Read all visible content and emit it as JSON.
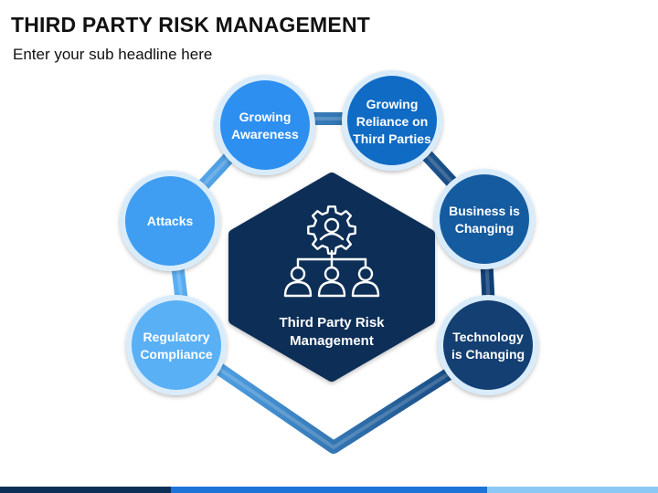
{
  "header": {
    "title": "THIRD PARTY RISK MANAGEMENT",
    "subtitle": "Enter your sub headline here"
  },
  "center": {
    "icon": "gear-user-hierarchy-icon",
    "lines": [
      "Third Party Risk",
      "Management"
    ]
  },
  "nodes": [
    {
      "id": "growing-awareness",
      "lines": [
        "Growing",
        "Awareness"
      ],
      "color": "#2d8ff0"
    },
    {
      "id": "growing-reliance",
      "lines": [
        "Growing",
        "Reliance on",
        "Third Parties"
      ],
      "color": "#0f6bc4"
    },
    {
      "id": "attacks",
      "lines": [
        "Attacks"
      ],
      "color": "#3f9ef2"
    },
    {
      "id": "business-changing",
      "lines": [
        "Business is",
        "Changing"
      ],
      "color": "#155b9f"
    },
    {
      "id": "regulatory-compliance",
      "lines": [
        "Regulatory",
        "Compliance"
      ],
      "color": "#5ab0f5"
    },
    {
      "id": "technology-changing",
      "lines": [
        "Technology",
        "is Changing"
      ],
      "color": "#143f72"
    }
  ],
  "colors": {
    "hexagon": "#0b2f57",
    "ring_stroke": "#1a4f86",
    "node_border": "#d9ecfb"
  }
}
